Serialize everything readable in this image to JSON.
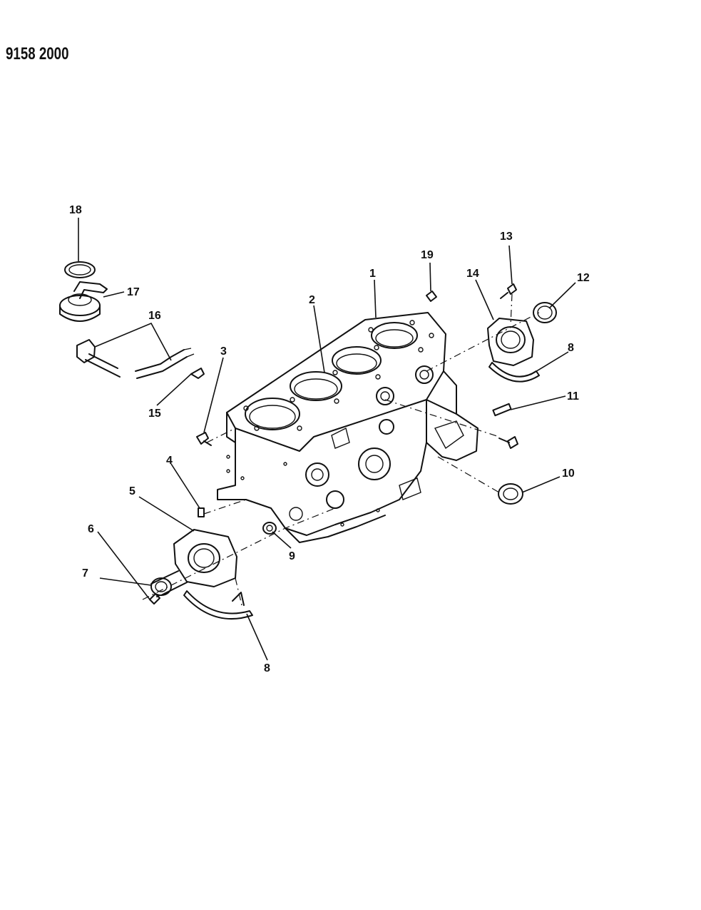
{
  "header": {
    "code": "9158 2000"
  },
  "callouts": [
    "1",
    "2",
    "3",
    "4",
    "5",
    "6",
    "7",
    "8",
    "8",
    "9",
    "10",
    "11",
    "12",
    "13",
    "14",
    "15",
    "16",
    "17",
    "18",
    "19"
  ]
}
